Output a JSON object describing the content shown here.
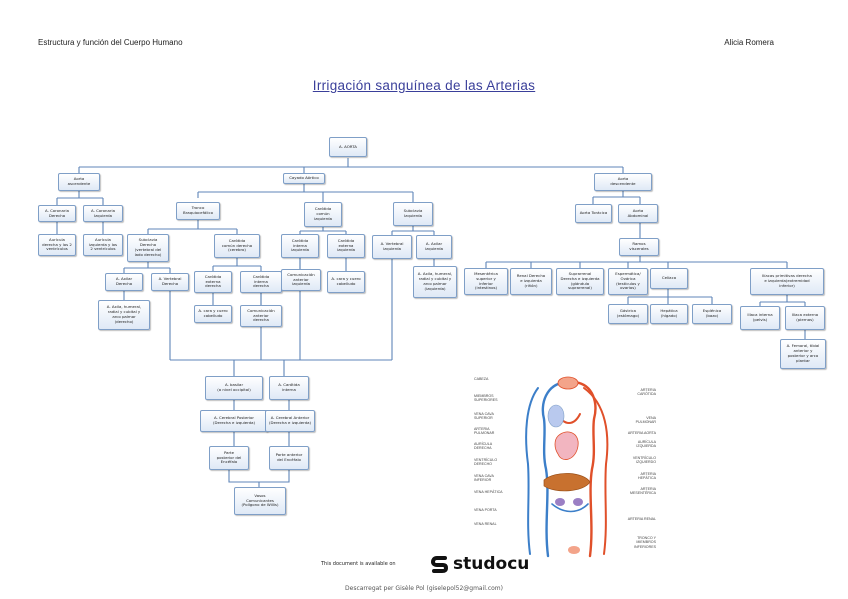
{
  "header": {
    "left": "Estructura y función del Cuerpo Humano",
    "right": "Alicia Romera"
  },
  "title": "Irrigación sanguínea de las Arterias",
  "nodes": {
    "aorta": "A. AORTA",
    "aorta_asc": "Aorta\nascendente",
    "cayado": "Cayado Aórtico",
    "aorta_desc": "Aorta\ndescendente",
    "cor_der": "A. Coronaria\nDerecha",
    "cor_izq": "A. Coronaria\nIzquierda",
    "aur_der": "Aurícula\nderecha y los 2\nventrículos",
    "aur_izq": "Aurícula\nizquierda y los\n2 ventrículos",
    "tronco_bc": "Tronco\nBraquiocefálico",
    "carotida_comun_izq": "Carótida\ncomún\nizquierda",
    "subclavia_izq": "Subclavia\nIzquierda",
    "subclavia_der": "Subclavia\nDerecha\n(vertebral del\nlado derecho)",
    "carotida_comun_der": "Carótida\ncomún derecha\n(cerebro)",
    "car_int_izq": "Carótida\ninterna\nizquierda",
    "car_ext_izq": "Carótida\nexterna\nizquierda",
    "vert_izq": "A. Vertebral\nizquierda",
    "axilar_izq": "A. Axilar\nizquierda",
    "axilar_der": "A. Axilar\nDerecha",
    "vert_der": "A. Vertebral\nDerecha",
    "car_ext_der": "Carótida\nexterna\nderecha",
    "car_int_der": "Carótida\ninterna\nderecha",
    "com_ant_izq": "Comunicación\nanterior\nizquierda",
    "cara_cuero_izq": "A. cara y cuero\ncabelludo",
    "brazo_izq": "A. Axila, humeral,\nradial y cubital y\narco palmar\n(izquierda)",
    "brazo_der": "A. Axila, humeral,\nradial y cubital y\narco palmar\n(derecho)",
    "cara_cuero_der": "A. cara y cuero\ncabelludo",
    "com_ant_der": "Comunicación\nanterior\nderecha",
    "basilar": "A. basilar\n(a nivel occipital)",
    "car_int_c": "A. Carótida\ninterna",
    "cer_post": "A. Cerebral Posterior\n(Derecha e izquierda)",
    "cer_ant": "A. Cerebral Anterior\n(Derecha e izquierda)",
    "post_enc": "Parte\nposterior del\nEncéfalo",
    "ant_enc": "Parte anterior\ndel Encéfalo",
    "willis": "Vasos\nComunicantes\n(Polígono de Willis)",
    "aorta_tor": "Aorta Torácica",
    "aorta_abd": "Aorta\nAbdominal",
    "ramos": "Ramos\nviscerales",
    "mesenterica": "Mesentérica\nsuperior y\ninferior\n(intestinos)",
    "renal": "Renal Derecha\ne izquierda\n(riñón)",
    "suprarrenal": "Suprarrenal\nDerecha e izquierda\n(glándula\nsuprarrenal)",
    "espermatica": "Espermática/\nOvárica\n(testículos y\novarios)",
    "celiaca": "Celíaca",
    "iliacas": "Ilíacas primitivas derecha\ne izquierda(extremidad\ninferior)",
    "gastrica": "Gástrica\n(estómago)",
    "hepatica": "Hepática\n(hígado)",
    "esplenica": "Esplénica\n(bazo)",
    "iliaca_int": "Ilíaca interna\n(pelvis)",
    "iliaca_ext": "Ilíaca externa\n(piernas)",
    "femoral": "A. Femoral, tibial\nanterior y\nposterior y arco\nplantar"
  },
  "anatomy_labels": {
    "left": [
      "CABEZA",
      "MIEMBROS\nSUPERIORES",
      "VENA CAVA\nSUPERIOR",
      "ARTERIA\nPULMONAR",
      "AURÍCULA\nDERECHA",
      "VENTRÍCULO\nDERECHO",
      "VENA CAVA\nINFERIOR",
      "VENA HEPÁTICA",
      "VENA PORTA",
      "VENA RENAL"
    ],
    "right": [
      "ARTERIA\nCARÓTIDA",
      "VENA\nPULMONAR",
      "ARTERIA AORTA",
      "AURÍCULA\nIZQUIERDA",
      "VENTRÍCULO\nIZQUIERDO",
      "ARTERIA\nHEPÁTICA",
      "ARTERIA\nMESENTÉRICA",
      "ARTERIA RENAL",
      "TRONCO Y\nMIEMBROS\nINFERIORES"
    ]
  },
  "footer": {
    "available": "This document is available on",
    "brand": "studocu",
    "downloaded": "Descarregat per Gisèle Pol (giselepol52@gmail.com)"
  },
  "colors": {
    "box_border": "#7f9fc7",
    "connector": "#5f86b8",
    "title": "#3a3f9a",
    "artery": "#e0502a",
    "vein": "#3c7fc9"
  }
}
